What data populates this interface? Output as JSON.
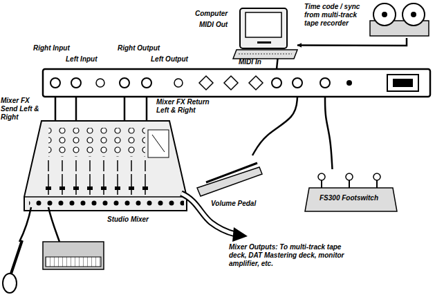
{
  "diagram": {
    "nodes": [
      {
        "text": [
          "Computer",
          "MIDI Out"
        ]
      },
      {
        "text": [
          "Time code / sync from multi-track tape recorder"
        ]
      },
      {
        "text": [
          "Right Input",
          "Left Input",
          "Right Output",
          "Left Output",
          "MIDI In"
        ]
      },
      {
        "text": [
          "Studio Mixer"
        ]
      },
      {
        "text": [
          "Volume Pedal"
        ]
      },
      {
        "text": [
          "FS300 Footswitch"
        ]
      }
    ],
    "edges": [
      {
        "from": 1,
        "to": 0,
        "arrow": "to"
      },
      {
        "from": 0,
        "to": 2,
        "arrow": "none"
      },
      {
        "from": 3,
        "to": 2,
        "label": "Mixer FX Send Left & Right",
        "arrow": "none"
      },
      {
        "from": 2,
        "to": 3,
        "label": "Mixer FX Return Left & Right",
        "arrow": "none"
      },
      {
        "from": 4,
        "to": 2,
        "arrow": "none"
      },
      {
        "from": 5,
        "to": 2,
        "arrow": "none"
      }
    ],
    "labels": [
      "Mixer Outputs: To multi-track tape deck, DAT Mastering deck, monitor amplifier, etc."
    ]
  }
}
